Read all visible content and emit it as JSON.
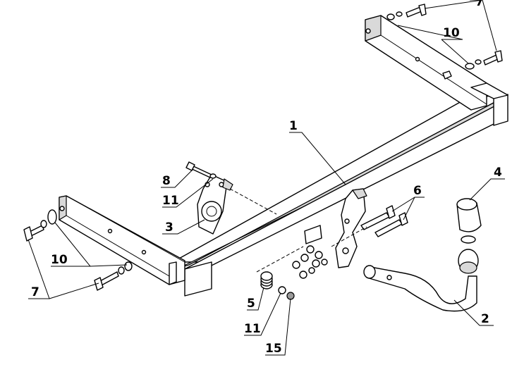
{
  "diagram": {
    "callouts": [
      {
        "id": "c1",
        "label": "1"
      },
      {
        "id": "c2",
        "label": "2"
      },
      {
        "id": "c3",
        "label": "3"
      },
      {
        "id": "c4",
        "label": "4"
      },
      {
        "id": "c5",
        "label": "5"
      },
      {
        "id": "c6",
        "label": "6"
      },
      {
        "id": "c7a",
        "label": "7"
      },
      {
        "id": "c7b",
        "label": "7"
      },
      {
        "id": "c8",
        "label": "8"
      },
      {
        "id": "c10a",
        "label": "10"
      },
      {
        "id": "c10b",
        "label": "10"
      },
      {
        "id": "c11a",
        "label": "11"
      },
      {
        "id": "c11b",
        "label": "11"
      },
      {
        "id": "c15",
        "label": "15"
      }
    ]
  }
}
